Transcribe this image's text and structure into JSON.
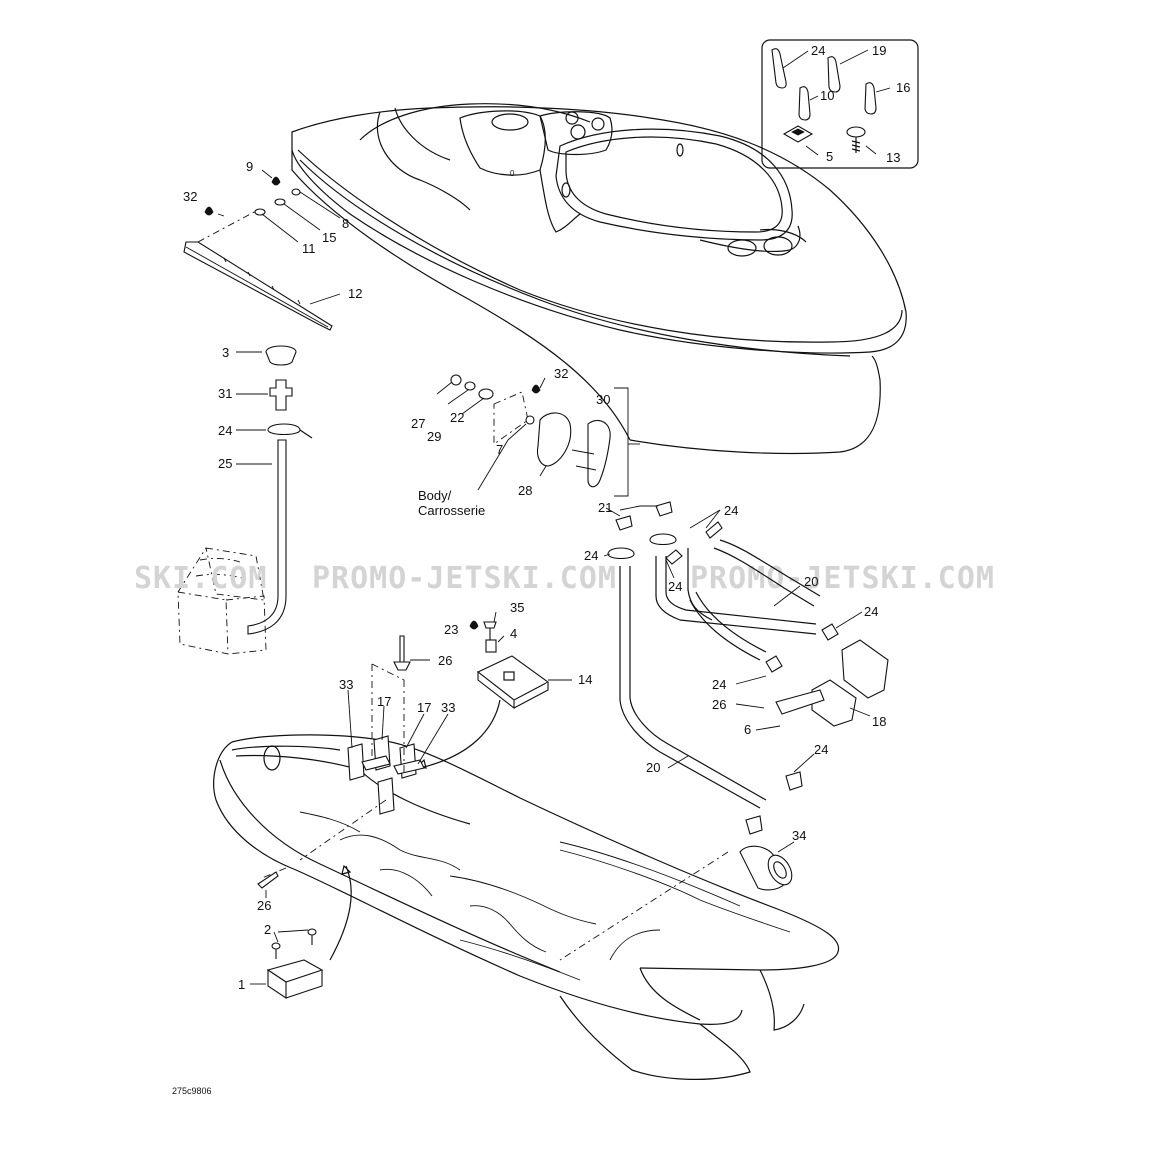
{
  "diagram": {
    "drawing_code": "275c9806",
    "body_label_line1": "Body/",
    "body_label_line2": "Carrosserie",
    "watermarks": [
      "SKI.COM",
      "PROMO-JETSKI.COM",
      "PROMO-JETSKI.COM"
    ],
    "callouts": [
      "24",
      "19",
      "10",
      "16",
      "5",
      "13",
      "9",
      "32",
      "8",
      "15",
      "11",
      "12",
      "3",
      "31",
      "24",
      "25",
      "32",
      "27",
      "29",
      "22",
      "7",
      "28",
      "30",
      "21",
      "24",
      "24",
      "24",
      "20",
      "24",
      "24",
      "26",
      "6",
      "18",
      "24",
      "20",
      "23",
      "35",
      "4",
      "26",
      "14",
      "33",
      "17",
      "17",
      "33",
      "34",
      "26",
      "2",
      "1"
    ]
  }
}
